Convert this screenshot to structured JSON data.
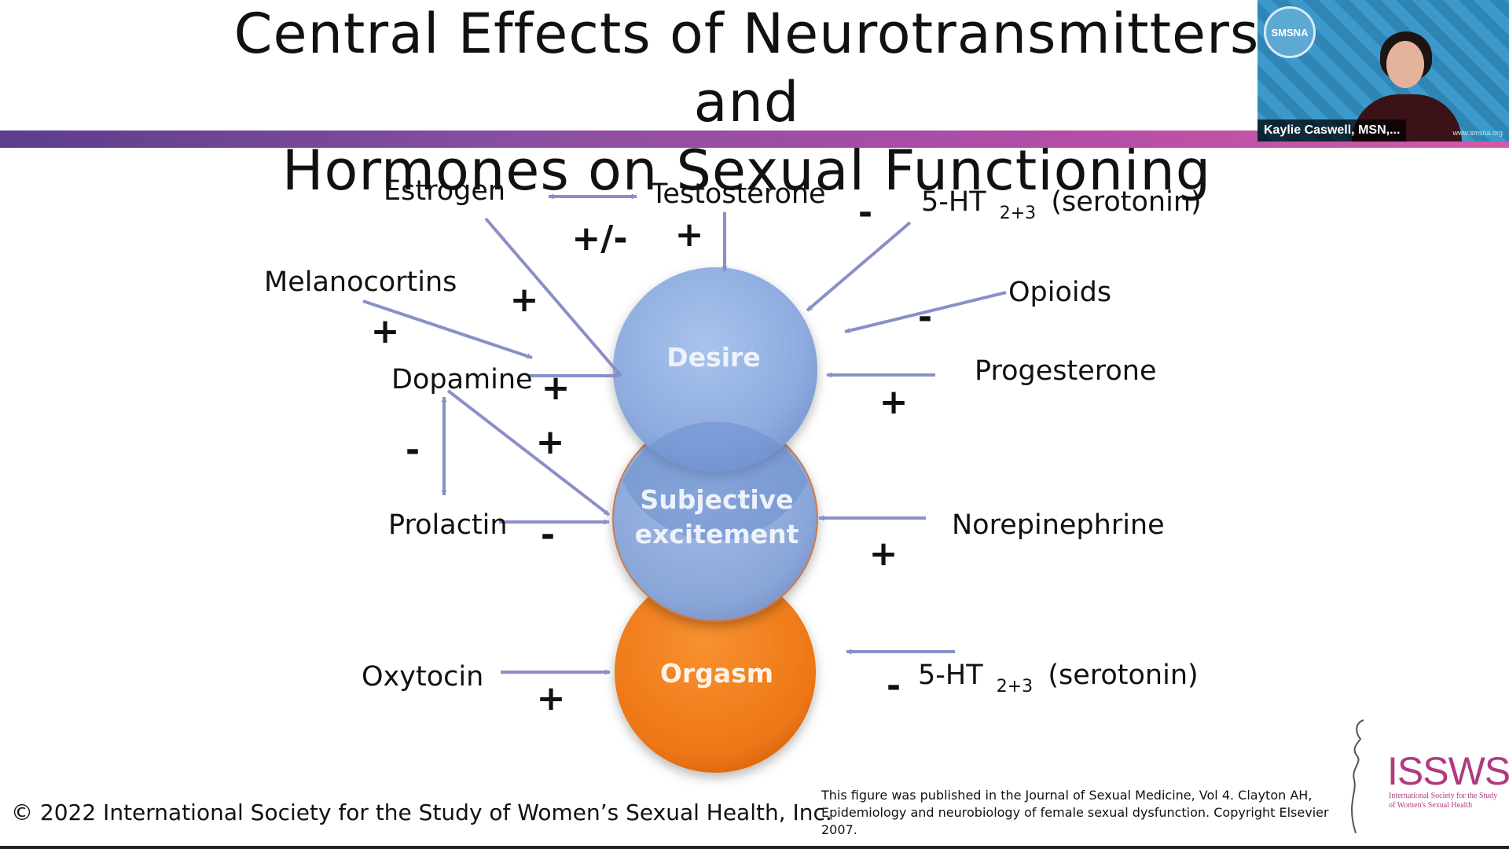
{
  "slide": {
    "title_line1": "Central Effects of Neurotransmitters and",
    "title_line2": "Hormones on Sexual Functioning"
  },
  "diagram": {
    "nodes": {
      "desire": "Desire",
      "excitement_line1": "Subjective",
      "excitement_line2": "excitement",
      "orgasm": "Orgasm"
    },
    "factors": {
      "estrogen": "Estrogen",
      "testosterone": "Testosterone",
      "serotonin_top": "5-HT",
      "serotonin_sub": "2+3",
      "serotonin_suffix": "(serotonin)",
      "melanocortins": "Melanocortins",
      "opioids": "Opioids",
      "dopamine": "Dopamine",
      "progesterone": "Progesterone",
      "prolactin": "Prolactin",
      "norepinephrine": "Norepinephrine",
      "oxytocin": "Oxytocin"
    },
    "signs": {
      "estrogen_testosterone": "+/-",
      "testosterone": "+",
      "serotonin_top": "-",
      "melanocortins_left": "+",
      "estrogen_desire": "+",
      "opioids": "-",
      "dopamine_desire": "+",
      "progesterone": "+",
      "dopamine_prolactin": "-",
      "dopamine_excitement": "+",
      "prolactin": "-",
      "norepinephrine": "+",
      "oxytocin": "+",
      "serotonin_bottom": "-"
    },
    "colors": {
      "arrow": "#8a8fc8",
      "blue_circle": "#93b1e0",
      "orange_circle": "#f07c1e"
    }
  },
  "footer": {
    "copyright": "© 2022 International Society for the Study of Women’s Sexual Health, Inc.",
    "citation_line1": "This figure was published in the Journal of Sexual Medicine, Vol 4. Clayton AH,",
    "citation_line2": "Epidemiology and neurobiology of female sexual dysfunction. Copyright Elsevier 2007."
  },
  "logo": {
    "name": "ISSWSH",
    "subtitle": "International Society for the Study of Women's Sexual Health"
  },
  "video": {
    "badge": "SMSNA",
    "speaker": "Kaylie Caswell, MSN,...",
    "url": "www.smsna.org"
  }
}
